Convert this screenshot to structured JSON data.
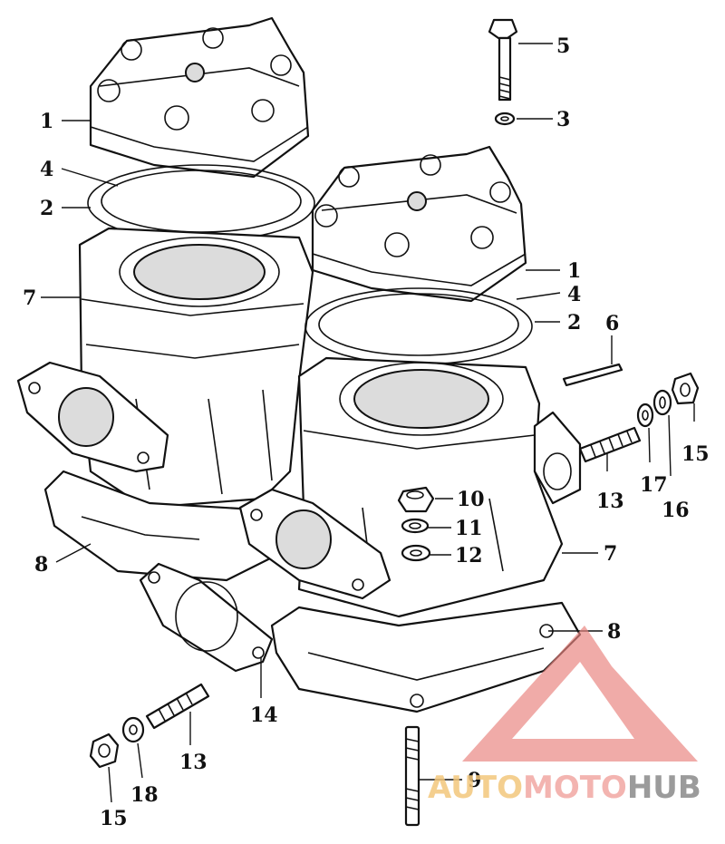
{
  "callouts": [
    {
      "id": "c1a",
      "label": "1"
    },
    {
      "id": "c4a",
      "label": "4"
    },
    {
      "id": "c2a",
      "label": "2"
    },
    {
      "id": "c7a",
      "label": "7"
    },
    {
      "id": "c8a",
      "label": "8"
    },
    {
      "id": "c5",
      "label": "5"
    },
    {
      "id": "c3",
      "label": "3"
    },
    {
      "id": "c1b",
      "label": "1"
    },
    {
      "id": "c4b",
      "label": "4"
    },
    {
      "id": "c2b",
      "label": "2"
    },
    {
      "id": "c6",
      "label": "6"
    },
    {
      "id": "c15a",
      "label": "15"
    },
    {
      "id": "c16",
      "label": "16"
    },
    {
      "id": "c17",
      "label": "17"
    },
    {
      "id": "c13a",
      "label": "13"
    },
    {
      "id": "c10",
      "label": "10"
    },
    {
      "id": "c11",
      "label": "11"
    },
    {
      "id": "c12",
      "label": "12"
    },
    {
      "id": "c7b",
      "label": "7"
    },
    {
      "id": "c8b",
      "label": "8"
    },
    {
      "id": "c14",
      "label": "14"
    },
    {
      "id": "c13b",
      "label": "13"
    },
    {
      "id": "c18",
      "label": "18"
    },
    {
      "id": "c15b",
      "label": "15"
    },
    {
      "id": "c9",
      "label": "9"
    }
  ],
  "watermark": {
    "word_part1": "AUTO",
    "word_part2": "MOTO",
    "word_part3": "HUB",
    "color_part1": "#f3c77c",
    "color_part2": "#f1a7a3",
    "color_part3": "#8a8a8a",
    "logo_color": "#e9857f"
  }
}
